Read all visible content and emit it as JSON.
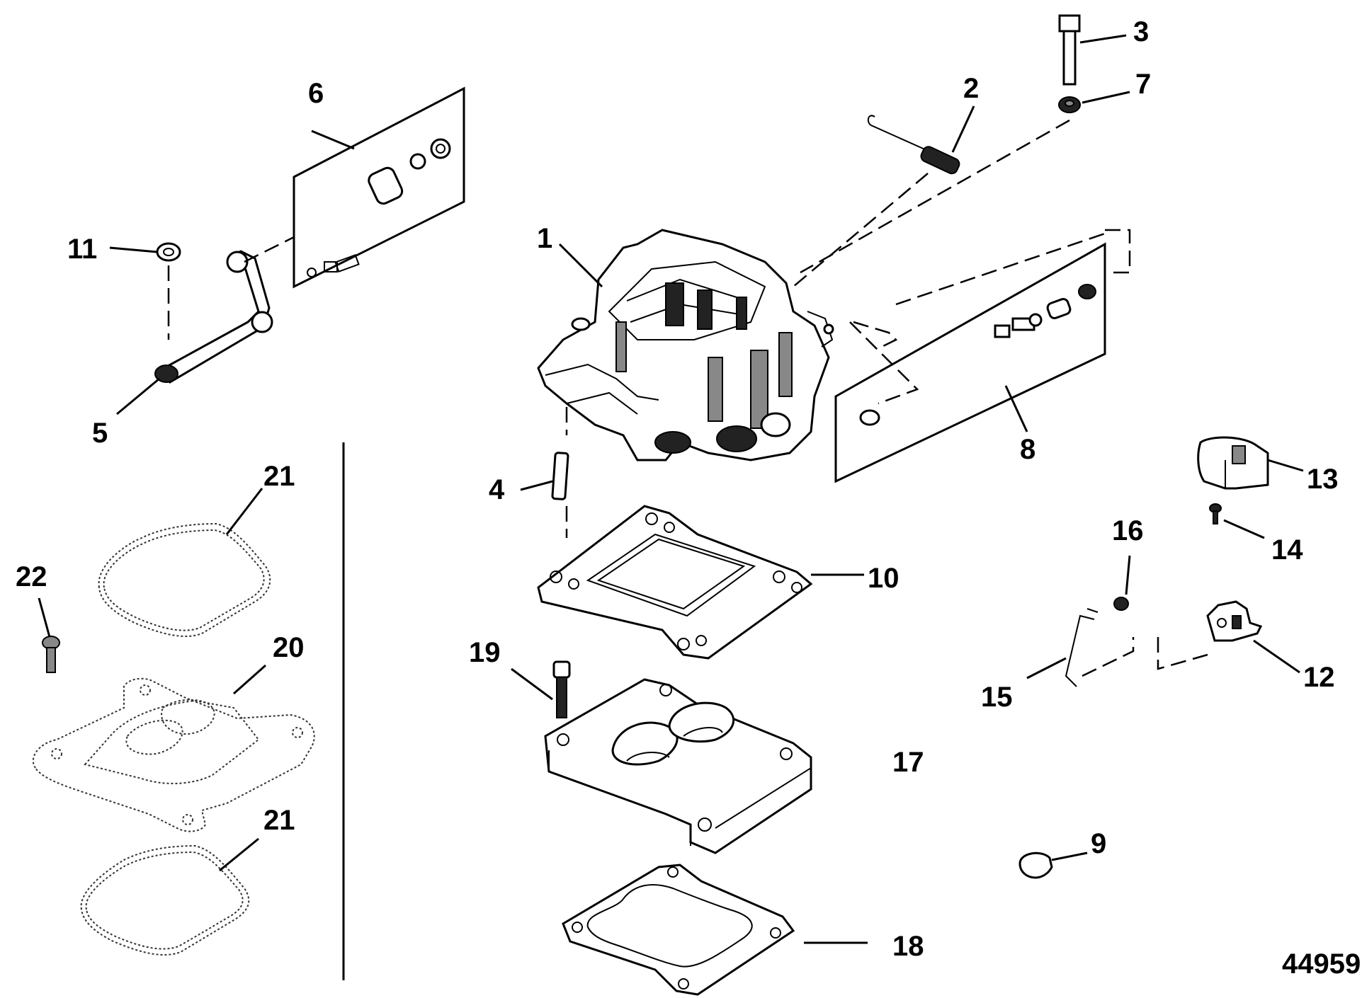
{
  "figure_id": "44959",
  "callouts": [
    {
      "id": "c1",
      "text": "1"
    },
    {
      "id": "c2",
      "text": "2"
    },
    {
      "id": "c3",
      "text": "3"
    },
    {
      "id": "c4",
      "text": "4"
    },
    {
      "id": "c5",
      "text": "5"
    },
    {
      "id": "c6",
      "text": "6"
    },
    {
      "id": "c7",
      "text": "7"
    },
    {
      "id": "c8",
      "text": "8"
    },
    {
      "id": "c9",
      "text": "9"
    },
    {
      "id": "c10",
      "text": "10"
    },
    {
      "id": "c11",
      "text": "11"
    },
    {
      "id": "c12",
      "text": "12"
    },
    {
      "id": "c13",
      "text": "13"
    },
    {
      "id": "c14",
      "text": "14"
    },
    {
      "id": "c15",
      "text": "15"
    },
    {
      "id": "c16",
      "text": "16"
    },
    {
      "id": "c17",
      "text": "17"
    },
    {
      "id": "c18",
      "text": "18"
    },
    {
      "id": "c19",
      "text": "19"
    },
    {
      "id": "c20",
      "text": "20"
    },
    {
      "id": "c21a",
      "text": "21"
    },
    {
      "id": "c21b",
      "text": "21"
    },
    {
      "id": "c22",
      "text": "22"
    }
  ]
}
